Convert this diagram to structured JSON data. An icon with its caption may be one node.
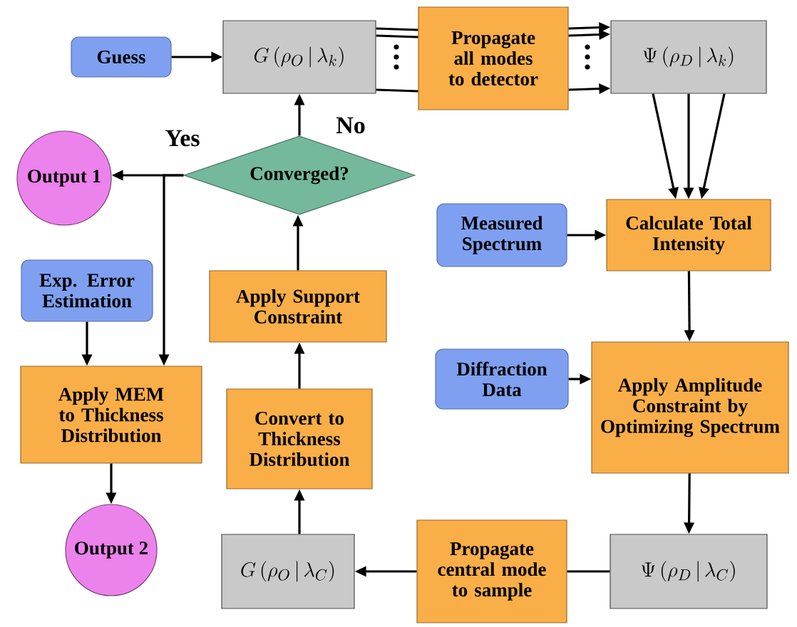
{
  "diagram": {
    "nodes": [
      {
        "text": [
          "Guess"
        ]
      },
      {
        "text": [
          "G\\left(\\rho_O \\,|\\, \\lambda_k\\right)"
        ]
      },
      {
        "text": [
          "Propagate all modes to detector"
        ]
      },
      {
        "text": [
          "\\Psi\\left(\\rho_D \\,|\\, \\lambda_k\\right)"
        ]
      },
      {
        "text": [
          "Converged?"
        ]
      },
      {
        "text": [
          "Output 1"
        ]
      },
      {
        "text": [
          "Measured Spectrum"
        ]
      },
      {
        "text": [
          "Calculate Total Intensity"
        ]
      },
      {
        "text": [
          "Exp. Error Estimation"
        ]
      },
      {
        "text": [
          "Apply Support Constraint"
        ]
      },
      {
        "text": [
          "Apply MEM to Thickness Distribution"
        ]
      },
      {
        "text": [
          "Diffraction Data"
        ]
      },
      {
        "text": [
          "Apply Amplitude Constraint by Optimizing Spectrum"
        ]
      },
      {
        "text": [
          "Convert to Thickness Distribution"
        ]
      },
      {
        "text": [
          "Output 2"
        ]
      },
      {
        "text": [
          "G\\left(\\rho_O \\,|\\, \\lambda_C\\right)"
        ]
      },
      {
        "text": [
          "Propagate central mode to sample"
        ]
      },
      {
        "text": [
          "\\Psi\\left(\\rho_D \\,|\\, \\lambda_C\\right)"
        ]
      }
    ],
    "edges": [
      {
        "from": 0,
        "to": 1,
        "arrow": "to"
      },
      {
        "from": 1,
        "to": 2,
        "arrow": "none"
      },
      {
        "from": 1,
        "to": 2,
        "arrow": "none"
      },
      {
        "from": 1,
        "to": 2,
        "arrow": "none"
      },
      {
        "from": 2,
        "to": 3,
        "arrow": "to"
      },
      {
        "from": 2,
        "to": 3,
        "arrow": "to"
      },
      {
        "from": 2,
        "to": 3,
        "arrow": "to"
      },
      {
        "from": 3,
        "to": 7,
        "arrow": "to"
      },
      {
        "from": 3,
        "to": 7,
        "arrow": "to"
      },
      {
        "from": 3,
        "to": 7,
        "arrow": "to"
      },
      {
        "from": 4,
        "to": 1,
        "arrow": "to",
        "label": "No"
      },
      {
        "from": 4,
        "to": 5,
        "arrow": "to",
        "label": "Yes"
      },
      {
        "from": 4,
        "to": 10,
        "arrow": "to"
      },
      {
        "from": 6,
        "to": 7,
        "arrow": "to"
      },
      {
        "from": 7,
        "to": 12,
        "arrow": "to"
      },
      {
        "from": 11,
        "to": 12,
        "arrow": "to"
      },
      {
        "from": 12,
        "to": 17,
        "arrow": "to"
      },
      {
        "from": 17,
        "to": 16,
        "arrow": "none"
      },
      {
        "from": 16,
        "to": 15,
        "arrow": "to"
      },
      {
        "from": 15,
        "to": 13,
        "arrow": "to"
      },
      {
        "from": 13,
        "to": 9,
        "arrow": "to"
      },
      {
        "from": 9,
        "to": 4,
        "arrow": "to"
      },
      {
        "from": 8,
        "to": 10,
        "arrow": "to"
      },
      {
        "from": 10,
        "to": 14,
        "arrow": "to"
      }
    ]
  }
}
